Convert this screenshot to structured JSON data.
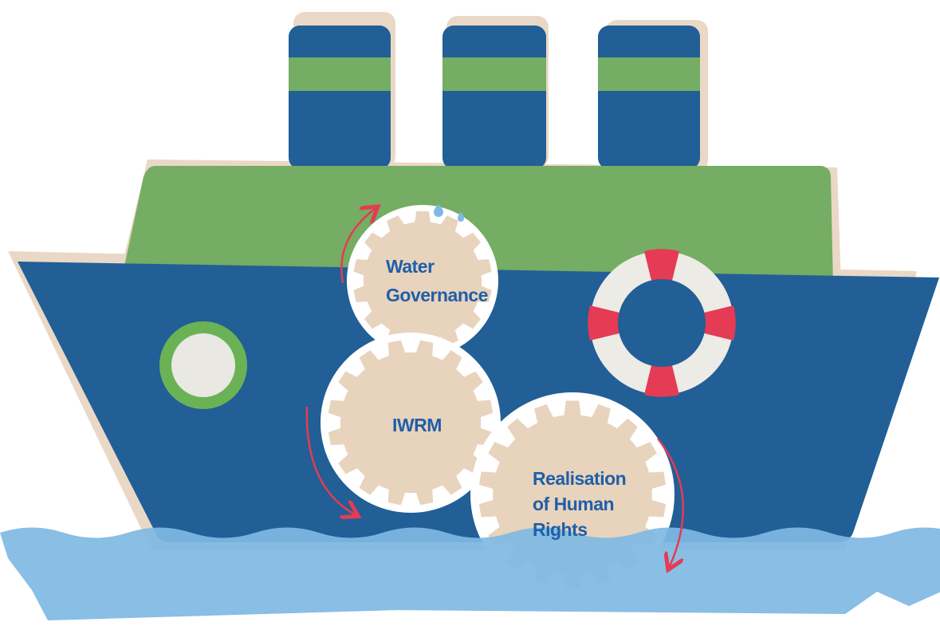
{
  "diagram": {
    "gears": [
      {
        "id": "water-governance",
        "lines": [
          "Water",
          "Governance"
        ]
      },
      {
        "id": "iwrm",
        "lines": [
          "IWRM"
        ]
      },
      {
        "id": "realisation-of-human-rights",
        "lines": [
          "Realisation",
          "of Human",
          "Rights"
        ]
      }
    ]
  },
  "colors": {
    "hull": "#215f96",
    "deck": "#74ad63",
    "funnel": "#215f96",
    "funnel_band": "#74ad63",
    "shadow": "#ead8c6",
    "water": "#7fb9e3",
    "gear_fill": "#e8d3bd",
    "gear_ring": "#ffffff",
    "label": "#1f5fa8",
    "lifebuoy_white": "#ecebe6",
    "lifebuoy_red": "#e53b54",
    "porthole_ring": "#6ab255",
    "porthole_glass": "#e9e8e2",
    "arrow": "#e53b54",
    "droplet": "#7fb9e3"
  },
  "icons": [
    "ship-illustration",
    "funnel-icon",
    "porthole-icon",
    "lifebuoy-icon",
    "gear-icon",
    "curved-arrow-icon",
    "water-droplet-icon"
  ]
}
